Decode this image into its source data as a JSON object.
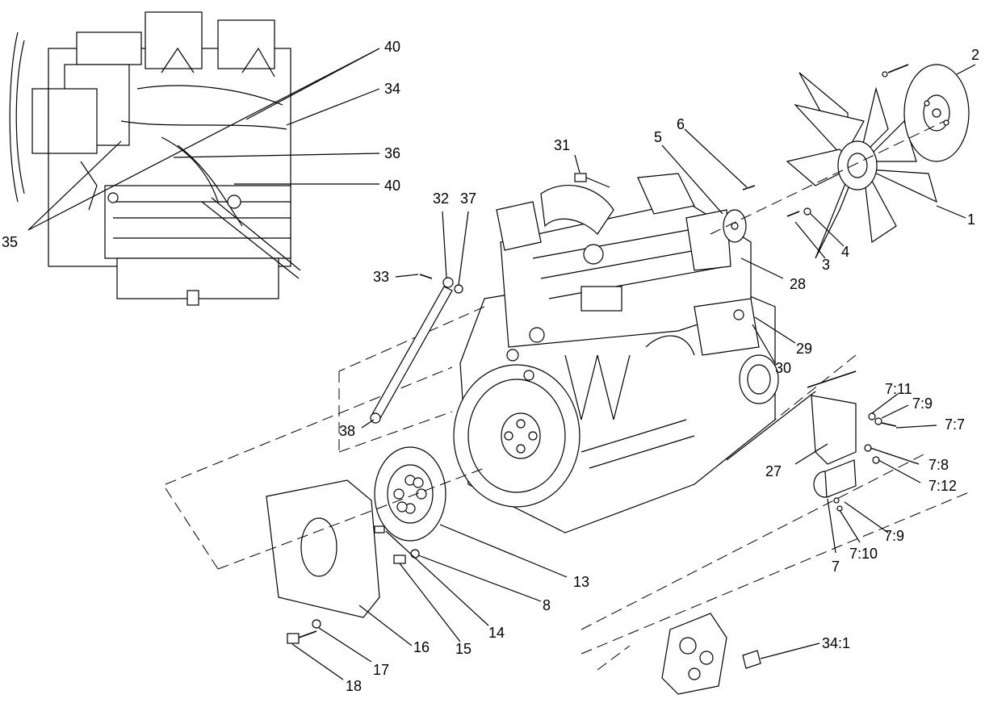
{
  "diagram": {
    "callouts": {
      "c1": "1",
      "c2": "2",
      "c3": "3",
      "c4": "4",
      "c5": "5",
      "c6": "6",
      "c7": "7",
      "c7_7": "7:7",
      "c7_8": "7:8",
      "c7_9a": "7:9",
      "c7_9b": "7:9",
      "c7_10": "7:10",
      "c7_11": "7:11",
      "c7_12": "7:12",
      "c8": "8",
      "c13": "13",
      "c14": "14",
      "c15": "15",
      "c16": "16",
      "c17": "17",
      "c18": "18",
      "c27": "27",
      "c28": "28",
      "c29": "29",
      "c30": "30",
      "c31": "31",
      "c32": "32",
      "c33": "33",
      "c34": "34",
      "c34_1": "34:1",
      "c35": "35",
      "c36": "36",
      "c37": "37",
      "c38": "38",
      "c40a": "40",
      "c40b": "40"
    },
    "line_color": "#000000",
    "background": "#ffffff"
  }
}
